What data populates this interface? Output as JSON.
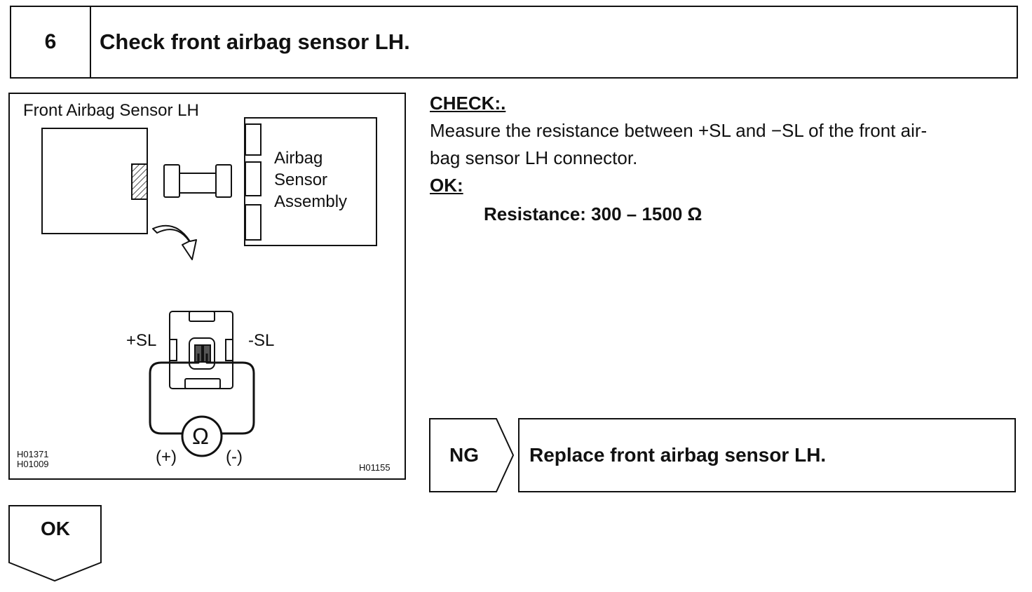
{
  "step": {
    "number": "6",
    "title": "Check front airbag sensor LH."
  },
  "figure": {
    "title": "Front Airbag Sensor LH",
    "assembly_label": [
      "Airbag",
      "Sensor",
      "Assembly"
    ],
    "terminal_plus": "+SL",
    "terminal_minus": "-SL",
    "meter_symbol": "Ω",
    "meter_plus": "(+)",
    "meter_minus": "(-)",
    "ref_codes_left": [
      "H01371",
      "H01009"
    ],
    "ref_code_right": "H01155"
  },
  "check": {
    "heading": "CHECK:.",
    "line1": "Measure the resistance between +SL and −SL of the front air-",
    "line2": "bag sensor LH connector.",
    "ok_heading": "OK:",
    "spec": "Resistance: 300 – 1500 Ω"
  },
  "ng": {
    "label": "NG",
    "action": "Replace front airbag sensor LH."
  },
  "ok": {
    "label": "OK"
  }
}
